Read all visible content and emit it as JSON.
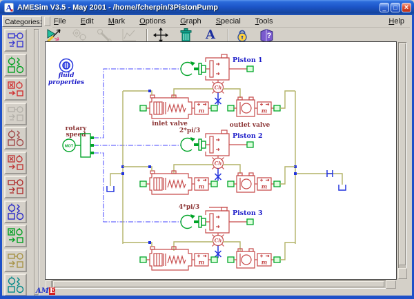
{
  "window": {
    "title": "AMESim V3.5 - May 2001 -  /home/fcherpin/3PistonPump",
    "app_initial": "A",
    "controls": {
      "minimize": "_",
      "maximize": "□",
      "close": "×"
    }
  },
  "menubar": {
    "items": [
      "File",
      "Edit",
      "Mark",
      "Options",
      "Graph",
      "Special",
      "Tools"
    ],
    "help": "Help"
  },
  "sidebar": {
    "header": "Categories:",
    "category_colors": [
      "#3a3ad0",
      "#00a020",
      "#d03030",
      "#b4b1aa",
      "#a04848",
      "#c03838",
      "#b03030",
      "#2828c8",
      "#00a020",
      "#a89448",
      "#008888"
    ],
    "logo": {
      "am": "AM",
      "e": "E"
    }
  },
  "toolbar": {
    "text_icon": "A",
    "help_icon": "?"
  },
  "canvas": {
    "labels": {
      "fluid_line1": "fluid",
      "fluid_line2": "properties",
      "rotary_line1": "rotary",
      "rotary_line2": "speed",
      "motor": "MOT",
      "piston1": "Piston 1",
      "piston2": "Piston 2",
      "piston3": "Piston 3",
      "phase2": "2*pi/3",
      "phase3": "4*pi/3",
      "inlet_valve": "inlet valve",
      "outlet_valve": "outlet valve",
      "chamber": "Ch",
      "mass": "m"
    },
    "colors": {
      "hydraulic_line": "#b2b266",
      "signal_line": "#4646ff",
      "component_red": "#c64a4a",
      "component_green": "#00a428",
      "node_blue": "#2233dd",
      "label_blue": "#1a1ac8",
      "label_maroon": "#8b3434"
    }
  }
}
